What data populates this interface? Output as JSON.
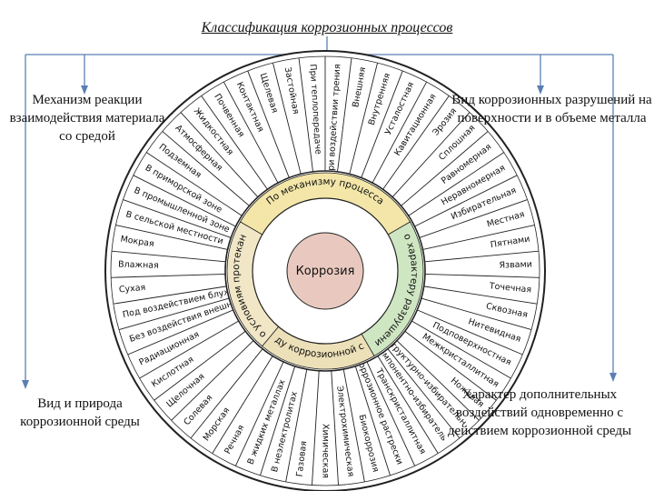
{
  "title": "Классификация коррозионных процессов",
  "labels": {
    "top_left": "Механизм реакции взаимодействия материала со средой",
    "top_right": "Вид коррозионных разрушений на поверхности и в объеме металла",
    "bottom_left": "Вид и природа коррозионной среды",
    "bottom_right": "Характер дополнительных воздействий одновременно с действием коррозионной среды"
  },
  "wheel": {
    "center": "Коррозия",
    "sectors": [
      "По механизму процесса",
      "По характеру разрушения",
      "По виду коррозионной среды",
      "По условиям протекания"
    ],
    "outer_segments": [
      "При воздействии трения",
      "Внешняя",
      "Внутренняя",
      "Усталостная",
      "Кавитационная",
      "Эрозия",
      "Сплошная",
      "Равномерная",
      "Неравномерная",
      "Избирательная",
      "Местная",
      "Пятнами",
      "Язвами",
      "Точечная",
      "Сквозная",
      "Нитевидная",
      "Подповерхностная",
      "Межкристаллитная",
      "Ножевая",
      "Структурно-избирательная",
      "Компонентно-избирательная",
      "Транскристаллитная",
      "Коррозионное растрескивание",
      "Биокоррозия",
      "Электрохимическая",
      "Химическая",
      "Газовая",
      "В неэлектролитах",
      "В жидких металлах",
      "Речная",
      "Морская",
      "Солевая",
      "Щелочная",
      "Кислотная",
      "Радиационная",
      "Без воздействия внешних токов",
      "Под воздействием блуждающих токов",
      "Сухая",
      "Влажная",
      "Мокрая",
      "В сельской местности",
      "В промышленной зоне",
      "В приморской зоне",
      "Подземная",
      "Атмосферная",
      "Жидкостная",
      "Почвенная",
      "Контактная",
      "Щелевая",
      "Застойная",
      "При теплопередаче"
    ]
  }
}
